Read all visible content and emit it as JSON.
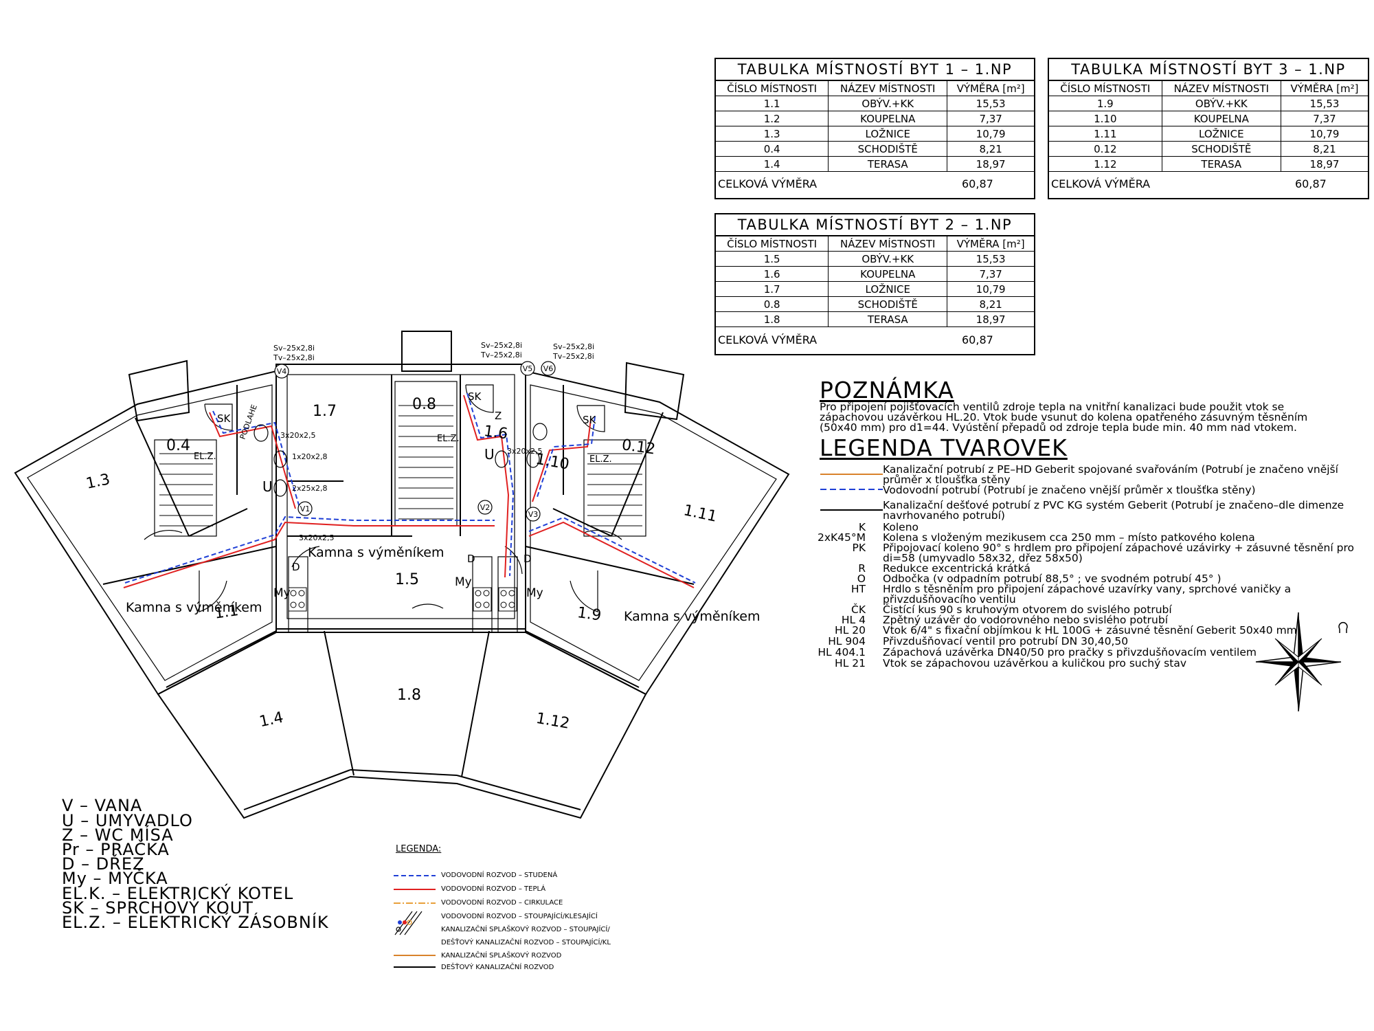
{
  "tables": [
    {
      "title": "TABULKA MÍSTNOSTÍ BYT 1 – 1.NP",
      "headers": [
        "ČÍSLO MÍSTNOSTI",
        "NÁZEV MÍSTNOSTI",
        "VÝMĚRA [m²]"
      ],
      "rows": [
        [
          "1.1",
          "OBÝV.+KK",
          "15,53"
        ],
        [
          "1.2",
          "KOUPELNA",
          "7,37"
        ],
        [
          "1.3",
          "LOŽNICE",
          "10,79"
        ],
        [
          "0.4",
          "SCHODIŠTĚ",
          "8,21"
        ],
        [
          "1.4",
          "TERASA",
          "18,97"
        ]
      ],
      "total_label": "CELKOVÁ VÝMĚRA",
      "total_value": "60,87"
    },
    {
      "title": "TABULKA MÍSTNOSTÍ BYT 3 – 1.NP",
      "headers": [
        "ČÍSLO MÍSTNOSTI",
        "NÁZEV MÍSTNOSTI",
        "VÝMĚRA [m²]"
      ],
      "rows": [
        [
          "1.9",
          "OBÝV.+KK",
          "15,53"
        ],
        [
          "1.10",
          "KOUPELNA",
          "7,37"
        ],
        [
          "1.11",
          "LOŽNICE",
          "10,79"
        ],
        [
          "0.12",
          "SCHODIŠTĚ",
          "8,21"
        ],
        [
          "1.12",
          "TERASA",
          "18,97"
        ]
      ],
      "total_label": "CELKOVÁ VÝMĚRA",
      "total_value": "60,87"
    },
    {
      "title": "TABULKA MÍSTNOSTÍ BYT 2 – 1.NP",
      "headers": [
        "ČÍSLO MÍSTNOSTI",
        "NÁZEV MÍSTNOSTI",
        "VÝMĚRA [m²]"
      ],
      "rows": [
        [
          "1.5",
          "OBÝV.+KK",
          "15,53"
        ],
        [
          "1.6",
          "KOUPELNA",
          "7,37"
        ],
        [
          "1.7",
          "LOŽNICE",
          "10,79"
        ],
        [
          "0.8",
          "SCHODIŠTĚ",
          "8,21"
        ],
        [
          "1.8",
          "TERASA",
          "18,97"
        ]
      ],
      "total_label": "CELKOVÁ VÝMĚRA",
      "total_value": "60,87"
    }
  ],
  "note": {
    "heading": "POZNÁMKA",
    "text": "Pro připojení pojišťovacích ventilů zdroje tepla na vnitřní kanalizaci bude použit vtok se zápachovou uzávěrkou HL.20. Vtok bude vsunut do kolena opatřeného zásuvným těsněním (50x40 mm) pro d1=44. Vyústění přepadů od zdroje tepla bude min. 40 mm nad vtokem."
  },
  "fittings": {
    "heading": "LEGENDA TVAROVEK",
    "line_items": [
      {
        "color": "#d9822b",
        "style": "solid",
        "text": "Kanalizační potrubí z PE–HD Geberit spojované svařováním (Potrubí je značeno vnější průměr x tloušťka stěny"
      },
      {
        "color": "#1f3fd6",
        "style": "dashed",
        "text": "Vodovodní potrubí (Potrubí je značeno vnější průměr x tloušťka stěny)"
      },
      {
        "color": "#000000",
        "style": "solid",
        "text": "Kanalizační dešťové potrubí z PVC KG systém Geberit (Potrubí je značeno–dle dimenze navrhovaného potrubí)"
      }
    ],
    "codes": [
      {
        "key": "K",
        "text": "Koleno"
      },
      {
        "key": "2xK45°M",
        "text": "Kolena s vloženým mezikusem cca 250 mm – místo patkového kolena"
      },
      {
        "key": "PK",
        "text": "Připojovací koleno 90° s hrdlem pro připojení zápachové uzávirky + zásuvné těsnění pro di=58 (umyvadlo 58x32, dřez 58x50)"
      },
      {
        "key": "R",
        "text": "Redukce excentrická krátká"
      },
      {
        "key": "O",
        "text": "Odbočka (v odpadním potrubí 88,5° ; ve svodném potrubí 45° )"
      },
      {
        "key": "HT",
        "text": "Hrdlo s těsněním pro připojení zápachové uzavírky vany, sprchové vaničky a přivzdušňovacího ventilu"
      },
      {
        "key": "ČK",
        "text": "Čistící kus 90 s kruhovým otvorem do svislého potrubí"
      },
      {
        "key": "HL 4",
        "text": "Zpětný uzávěr do vodorovného nebo svislého potrubí"
      },
      {
        "key": "HL 20",
        "text": "Vtok 6/4\" s fixační objímkou k HL 100G + zásuvné těsnění Geberit 50x40 mm"
      },
      {
        "key": "HL 904",
        "text": "Přivzdušňovací ventil pro potrubí DN 30,40,50"
      },
      {
        "key": "HL 404.1",
        "text": "Zápachová uzávěrka DN40/50 pro pračky s přivzdušňovacím ventilem"
      },
      {
        "key": "HL 21",
        "text": "Vtok se zápachovou uzávěrkou a kuličkou pro suchý stav"
      }
    ]
  },
  "abbreviations": [
    "V   –  VANA",
    "U   –  UMYVADLO",
    "Z   –  WC MÍSA",
    "Pr   –  PRAČKA",
    "D   –  DŘEZ",
    "My   –  MYČKA",
    "EL.K. – ELEKTRICKÝ KOTEL",
    "SK – SPRCHOVÝ KOUT",
    "EL.Z. – ELEKTRICKÝ ZÁSOBNÍK"
  ],
  "small_legend": {
    "title": "LEGENDA:",
    "items": [
      {
        "color": "#1f3fd6",
        "style": "dashed",
        "label": "VODOVODNÍ ROZVOD – STUDENÁ"
      },
      {
        "color": "#e02020",
        "style": "solid",
        "label": "VODOVODNÍ ROZVOD – TEPLÁ"
      },
      {
        "color": "#e8a03a",
        "style": "dashdot",
        "label": "VODOVODNÍ ROZVOD – CIRKULACE"
      },
      {
        "color": "#000000",
        "style": "riser",
        "label": "VODOVODNÍ ROZVOD – STOUPAJÍCÍ/KLESAJÍCÍ"
      },
      {
        "color": "#000000",
        "style": "riser",
        "label": "KANALIZAČNÍ SPLAŠKOVÝ ROZVOD – STOUPAJÍCÍ/"
      },
      {
        "color": "#000000",
        "style": "riser",
        "label": "DEŠŤOVÝ KANALIZAČNÍ ROZVOD – STOUPAJÍCÍ/KL"
      },
      {
        "color": "#d9822b",
        "style": "solid",
        "label": "KANALIZAČNÍ SPLAŠKOVÝ ROZVOD"
      },
      {
        "color": "#000000",
        "style": "solid",
        "label": "DEŠŤOVÝ KANALIZAČNÍ ROZVOD"
      }
    ]
  },
  "plan": {
    "rooms": [
      "1.3",
      "0.4",
      "1.7",
      "0.8",
      "1.6",
      "1.10",
      "0.12",
      "1.11",
      "1.1",
      "1.5",
      "1.9",
      "1.4",
      "1.8",
      "1.12"
    ],
    "stoves": [
      "Kamna s výměníkem",
      "Kamna s výměníkem",
      "Kamna s výměníkem"
    ],
    "risers": [
      "V4",
      "V5",
      "V6",
      "V1",
      "V2",
      "V3"
    ],
    "pipe_labels": [
      "Sv–25x2,8i",
      "Tv–25x2,8i",
      "Sv–25x2,8i",
      "Tv–25x2,8i",
      "Sv–25x2,8i",
      "Tv–25x2,8i"
    ],
    "fixtures": [
      "SK",
      "SK",
      "SK",
      "U",
      "U",
      "D",
      "D",
      "D",
      "My",
      "My",
      "My",
      "EL.Z.",
      "EL.Z.",
      "EL.Z.",
      "PODLAHE",
      "Z",
      "3x20x2,5",
      "1x20x2,8",
      "2x25x2,8",
      "3x20x2,5",
      "3x20x2,5"
    ]
  },
  "colors": {
    "cold": "#1f3fd6",
    "hot": "#e02020",
    "sewer": "#d9822b",
    "circ": "#e8a03a"
  }
}
